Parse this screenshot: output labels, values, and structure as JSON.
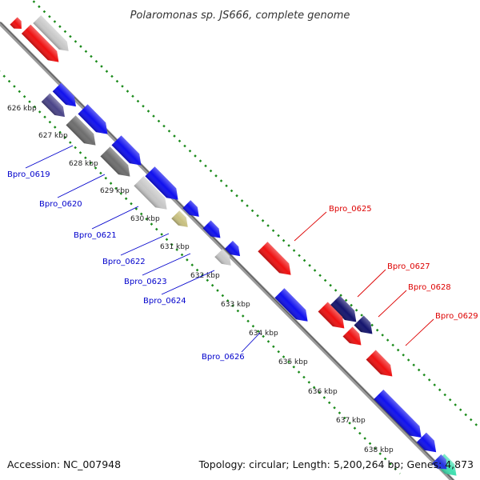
{
  "title": "Polaromonas sp. JS666, complete genome",
  "footer": {
    "accession": "Accession: NC_007948",
    "topology": "Topology: circular; Length: 5,200,264 bp; Genes: 4,873"
  },
  "kbp_labels": [
    "626 kbp",
    "627 kbp",
    "628 kbp",
    "629 kbp",
    "630 kbp",
    "631 kbp",
    "632 kbp",
    "633 kbp",
    "634 kbp",
    "635 kbp",
    "636 kbp",
    "637 kbp",
    "638 kbp"
  ],
  "gene_labels_minus": [
    "Bpro_0619",
    "Bpro_0620",
    "Bpro_0621",
    "Bpro_0622",
    "Bpro_0623",
    "Bpro_0624",
    "Bpro_0626"
  ],
  "gene_labels_plus": [
    "Bpro_0625",
    "Bpro_0627",
    "Bpro_0628",
    "Bpro_0629"
  ],
  "colors": {
    "backbone": "#8a8a8a",
    "dotted_ring": "#1a8a1a",
    "minus_label": "#0000cc",
    "plus_label": "#dd0000",
    "gene_blue": "#1010ee",
    "gene_red": "#ee1111",
    "gene_navy": "#14146e",
    "gene_gray": "#6e6e6e",
    "gene_lightgray": "#c8c8c8",
    "gene_slate": "#4a4488",
    "gene_khaki": "#c8c080",
    "gene_teal": "#40e0b0"
  }
}
